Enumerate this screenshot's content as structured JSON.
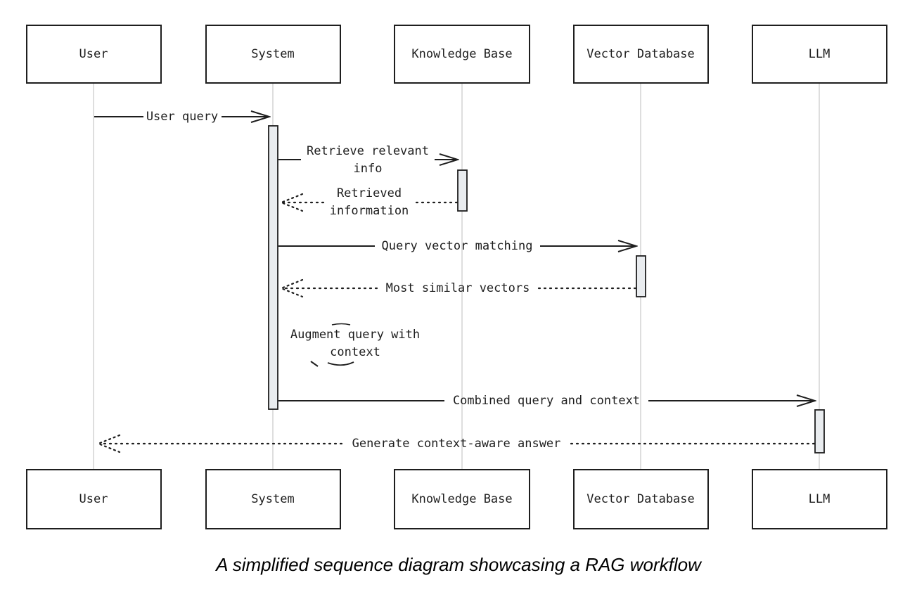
{
  "participants": [
    {
      "id": "user",
      "label": "User"
    },
    {
      "id": "system",
      "label": "System"
    },
    {
      "id": "kb",
      "label": "Knowledge Base"
    },
    {
      "id": "vdb",
      "label": "Vector Database"
    },
    {
      "id": "llm",
      "label": "LLM"
    }
  ],
  "messages": [
    {
      "id": "user-query",
      "from": "user",
      "to": "system",
      "style": "solid",
      "lines": [
        "User query"
      ]
    },
    {
      "id": "retrieve-relevant-info",
      "from": "system",
      "to": "kb",
      "style": "solid",
      "lines": [
        "Retrieve relevant",
        "info"
      ]
    },
    {
      "id": "retrieved-information",
      "from": "kb",
      "to": "system",
      "style": "dotted",
      "lines": [
        "Retrieved",
        "information"
      ]
    },
    {
      "id": "query-vector-matching",
      "from": "system",
      "to": "vdb",
      "style": "solid",
      "lines": [
        "Query vector matching"
      ]
    },
    {
      "id": "most-similar-vectors",
      "from": "vdb",
      "to": "system",
      "style": "dotted",
      "lines": [
        "Most similar vectors"
      ]
    },
    {
      "id": "combined-query-and-context",
      "from": "system",
      "to": "llm",
      "style": "solid",
      "lines": [
        "Combined query and context"
      ]
    },
    {
      "id": "generate-context-aware-answer",
      "from": "llm",
      "to": "user",
      "style": "dotted",
      "lines": [
        "Generate context-aware answer"
      ]
    }
  ],
  "note": {
    "over": "system",
    "lines": [
      "Augment query with",
      "context"
    ]
  },
  "caption": "A simplified sequence diagram showcasing a RAG workflow",
  "colors": {
    "stroke": "#1e1e1e",
    "lifeline": "#c8c8c8",
    "activation_fill": "#e9ecef",
    "background": "#ffffff"
  }
}
